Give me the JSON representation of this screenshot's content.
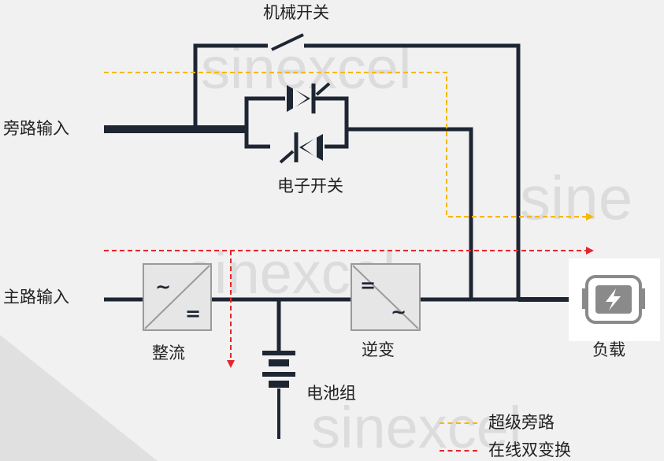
{
  "watermark_text": "sinexcel",
  "watermark_partial": "sine",
  "labels": {
    "mechanical_switch": "机械开关",
    "electronic_switch": "电子开关",
    "bypass_input": "旁路输入",
    "main_input": "主路输入",
    "rectifier": "整流",
    "inverter": "逆变",
    "battery_pack": "电池组",
    "load": "负载"
  },
  "rectifier_symbols": {
    "input": "~",
    "output": "="
  },
  "inverter_symbols": {
    "input": "=",
    "output": "~"
  },
  "legend": [
    {
      "label": "超级旁路",
      "color": "#f5b800"
    },
    {
      "label": "在线双变换",
      "color": "#e3262c"
    }
  ],
  "colors": {
    "wire": "#1e2633",
    "super_bypass": "#f5b800",
    "online_double_conversion": "#e3262c",
    "icon_gray": "#8a8a8a"
  }
}
